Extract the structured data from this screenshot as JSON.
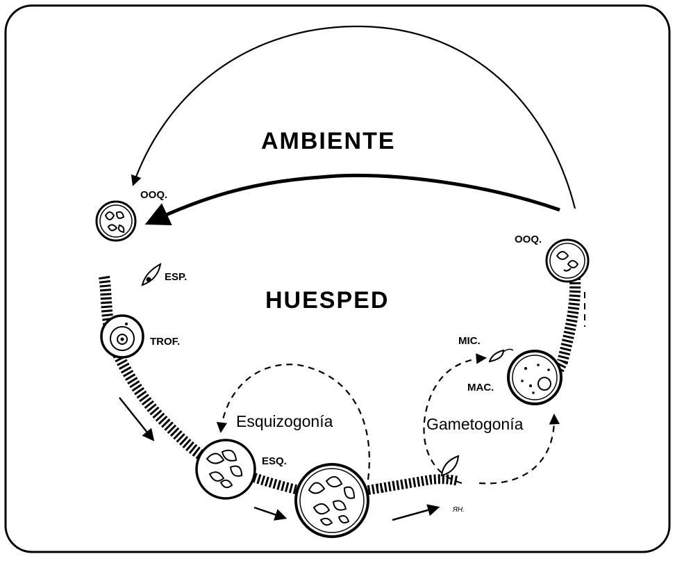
{
  "regions": {
    "environment": "AMBIENTE",
    "host": "HUESPED"
  },
  "stages": {
    "oocyst_environment": "OOQ.",
    "sporozoite": "ESP.",
    "trophozoite": "TROF.",
    "schizont": "ESQ.",
    "microgamete": "MIC.",
    "macrogamete": "MAC.",
    "oocyst_host": "OOQ."
  },
  "cycles": {
    "schizogony": "Esquizogonía",
    "gametogony": "Gametogonía"
  },
  "signature": "ЯН."
}
